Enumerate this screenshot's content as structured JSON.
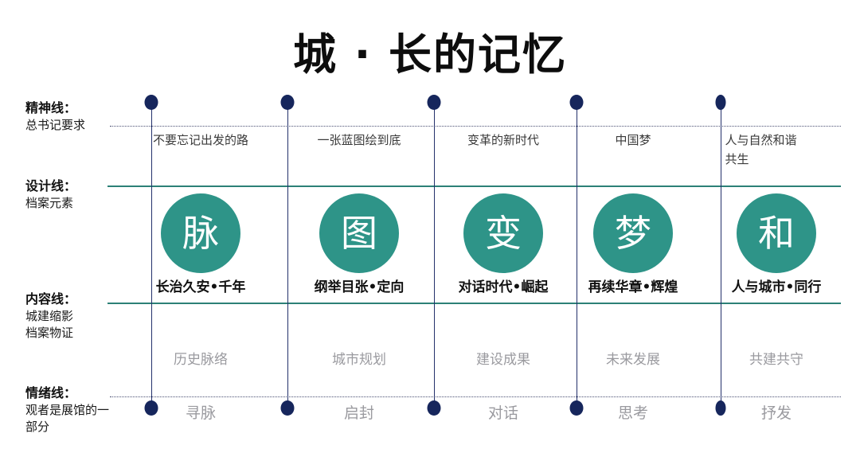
{
  "title": "城 · 长的记忆",
  "colors": {
    "teal": "#2e9488",
    "navy": "#16265c",
    "line_navy": "#23306b",
    "gray_text": "#9a9a9f",
    "dark_text": "#111111"
  },
  "rails": [
    {
      "id": "spirit",
      "title": "精神线：",
      "sub": "总书记要求"
    },
    {
      "id": "design",
      "title": "设计线：",
      "sub": "档案元素"
    },
    {
      "id": "content",
      "title": "内容线：",
      "sub": "城建缩影\n档案物证",
      "sub_line1": "城建缩影",
      "sub_line2": "档案物证"
    },
    {
      "id": "emotion",
      "title": "情绪线：",
      "sub_line1": "观者是展馆的一",
      "sub_line2": "部分"
    }
  ],
  "columns": [
    {
      "spirit": "不要忘记出发的路",
      "spirit_line2": "",
      "glyph": "脉",
      "caption": "长治久安•千年",
      "content": "历史脉络",
      "emotion": "寻脉"
    },
    {
      "spirit": "一张蓝图绘到底",
      "spirit_line2": "",
      "glyph": "图",
      "caption": "纲举目张•定向",
      "content": "城市规划",
      "emotion": "启封"
    },
    {
      "spirit": "变革的新时代",
      "spirit_line2": "",
      "glyph": "变",
      "caption": "对话时代•崛起",
      "content": "建设成果",
      "emotion": "对话"
    },
    {
      "spirit": "中国梦",
      "spirit_line2": "",
      "glyph": "梦",
      "caption": "再续华章•辉煌",
      "content": "未来发展",
      "emotion": "思考"
    },
    {
      "spirit": "人与自然和谐",
      "spirit_line2": "共生",
      "glyph": "和",
      "caption": "人与城市•同行",
      "content": "共建共守",
      "emotion": "抒发"
    }
  ]
}
